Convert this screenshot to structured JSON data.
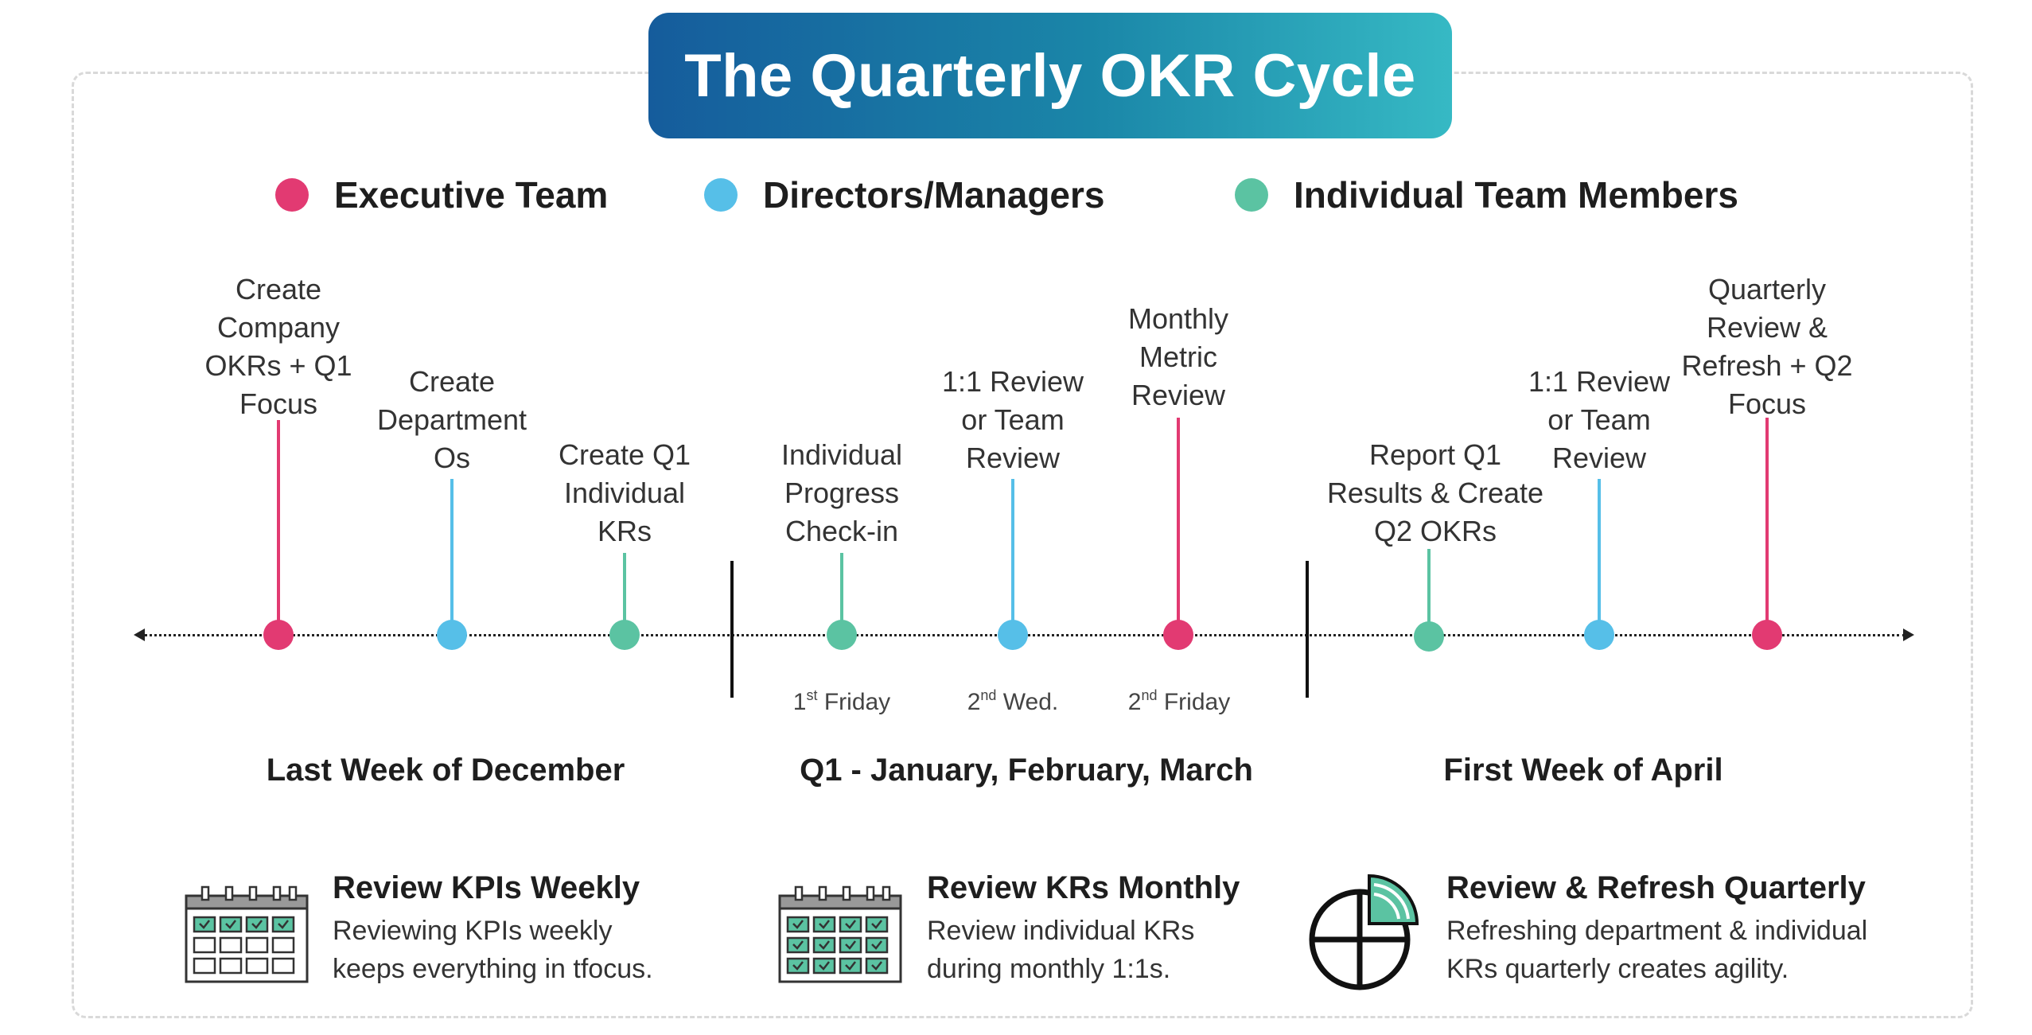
{
  "title": "The Quarterly OKR Cycle",
  "colors": {
    "executive": "#e23a72",
    "directors": "#56bfe8",
    "individual": "#5bc3a2",
    "title_gradient_start": "#155c9c",
    "title_gradient_end": "#36b9c4",
    "icon_green": "#5bc3a2"
  },
  "legend": [
    {
      "label": "Executive Team",
      "color": "#e23a72"
    },
    {
      "label": "Directors/Managers",
      "color": "#56bfe8"
    },
    {
      "label": "Individual Team Members",
      "color": "#5bc3a2"
    }
  ],
  "events": [
    {
      "lines": [
        "Create",
        "Company",
        "OKRs + Q1",
        "Focus"
      ],
      "group": "executive"
    },
    {
      "lines": [
        "Create",
        "Department",
        "Os"
      ],
      "group": "directors"
    },
    {
      "lines": [
        "Create Q1",
        "Individual",
        "KRs"
      ],
      "group": "individual"
    },
    {
      "lines": [
        "Individual",
        "Progress",
        "Check-in"
      ],
      "group": "individual"
    },
    {
      "lines": [
        "1:1 Review",
        "or Team",
        "Review"
      ],
      "group": "directors"
    },
    {
      "lines": [
        "Monthly",
        "Metric",
        "Review"
      ],
      "group": "executive"
    },
    {
      "lines": [
        "Report Q1",
        "Results & Create",
        "Q2 OKRs"
      ],
      "group": "individual"
    },
    {
      "lines": [
        "1:1 Review",
        "or Team",
        "Review"
      ],
      "group": "directors"
    },
    {
      "lines": [
        "Quarterly",
        "Review &",
        "Refresh + Q2",
        "Focus"
      ],
      "group": "executive"
    }
  ],
  "dates": [
    {
      "num": "1",
      "sup": "st",
      "rest": " Friday"
    },
    {
      "num": "2",
      "sup": "nd",
      "rest": " Wed."
    },
    {
      "num": "2",
      "sup": "nd",
      "rest": " Friday"
    }
  ],
  "periods": [
    "Last Week of December",
    "Q1 - January, February, March",
    "First Week of April"
  ],
  "reviews": [
    {
      "title": "Review KPIs Weekly",
      "desc": [
        "Reviewing KPIs weekly",
        "keeps everything in tfocus."
      ],
      "icon": "calendar-weekly-icon"
    },
    {
      "title": "Review KRs Monthly",
      "desc": [
        "Review individual KRs",
        "during monthly 1:1s."
      ],
      "icon": "calendar-monthly-icon"
    },
    {
      "title": "Review & Refresh Quarterly",
      "desc": [
        "Refreshing department & individual",
        "KRs quarterly creates agility."
      ],
      "icon": "quarter-pie-icon"
    }
  ]
}
